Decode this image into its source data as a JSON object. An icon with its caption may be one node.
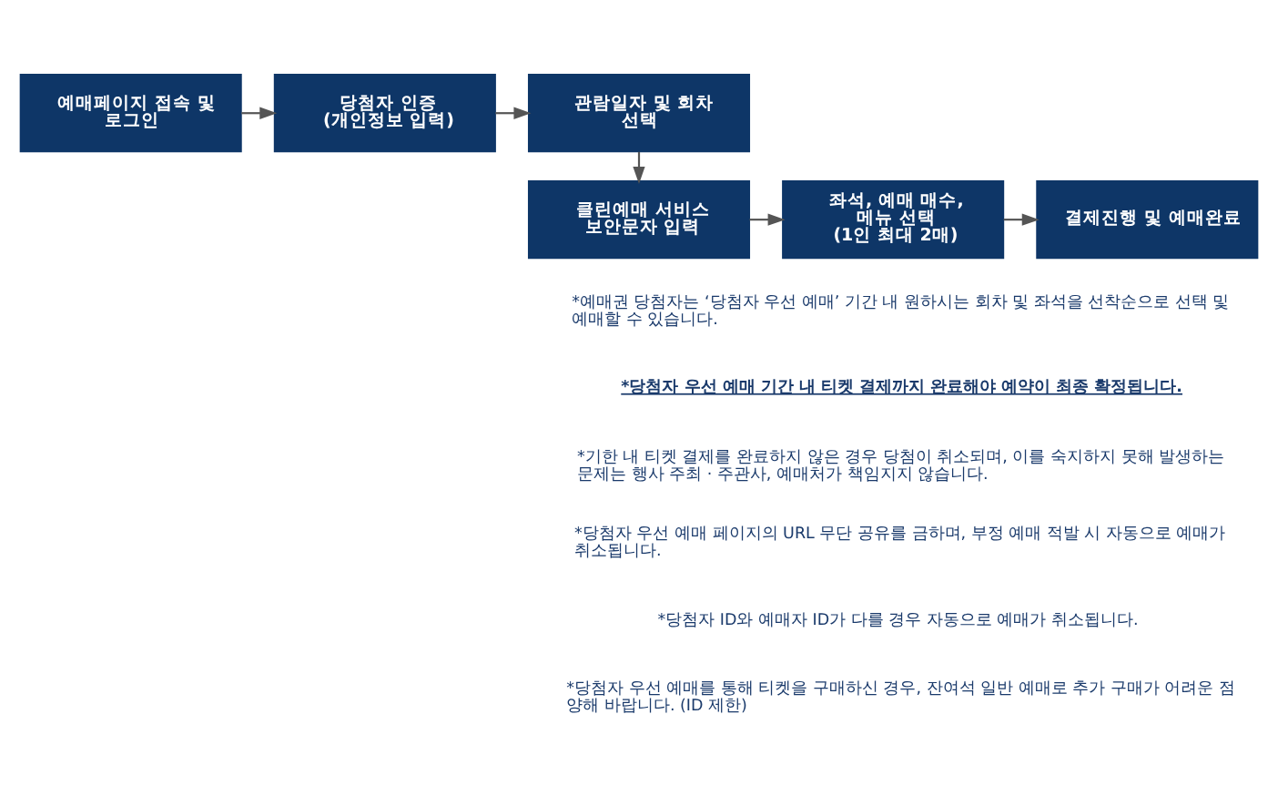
{
  "diagram": {
    "nodes": [
      {
        "text": [
          "예매페이지 접속 및 로그인"
        ]
      },
      {
        "text": [
          "당첨자 인증",
          "(개인정보 입력)"
        ]
      },
      {
        "text": [
          "관람일자 및 회차 선택"
        ]
      },
      {
        "text": [
          "클린예매 서비스 보안문자 입력"
        ]
      },
      {
        "text": [
          "좌석, 예매 매수, 메뉴 선택",
          "(1인 최대 2매)"
        ]
      },
      {
        "text": [
          "결제진행 및 예매완료"
        ]
      }
    ],
    "edges": [
      {
        "from": 0,
        "to": 1,
        "arrow": "to"
      },
      {
        "from": 1,
        "to": 2,
        "arrow": "to"
      },
      {
        "from": 2,
        "to": 3,
        "arrow": "to"
      },
      {
        "from": 3,
        "to": 4,
        "arrow": "to"
      },
      {
        "from": 4,
        "to": 5,
        "arrow": "to"
      }
    ],
    "labels": [
      "*예매권 당첨자는 ‘당첨자 우선 예매’ 기간 내 원하시는 회차 및 좌석을 선착순으로 선택 및 예매할 수 있습니다.",
      "*당첨자 우선 예매 기간 내 티켓 결제까지 완료해야 예약이 최종 확정됩니다.",
      "*기한 내 티켓 결제를 완료하지 않은 경우 당첨이 취소되며, 이를 숙지하지 못해 발생하는 문제는 행사 주최 · 주관사, 예매처가 책임지지 않습니다.",
      "*당첨자 우선 예매 페이지의 URL 무단 공유를 금하며, 부정 예매 적발 시 자동으로 예매가 취소됩니다.",
      "*당첨자 ID와 예매자 ID가 다를 경우 자동으로 예매가 취소됩니다.",
      "*당첨자 우선 예매를 통해 티켓을 구매하신 경우, 잔여석 일반 예매로 추가 구매가 어려운 점 양해 바랍니다. (ID 제한)"
    ]
  }
}
